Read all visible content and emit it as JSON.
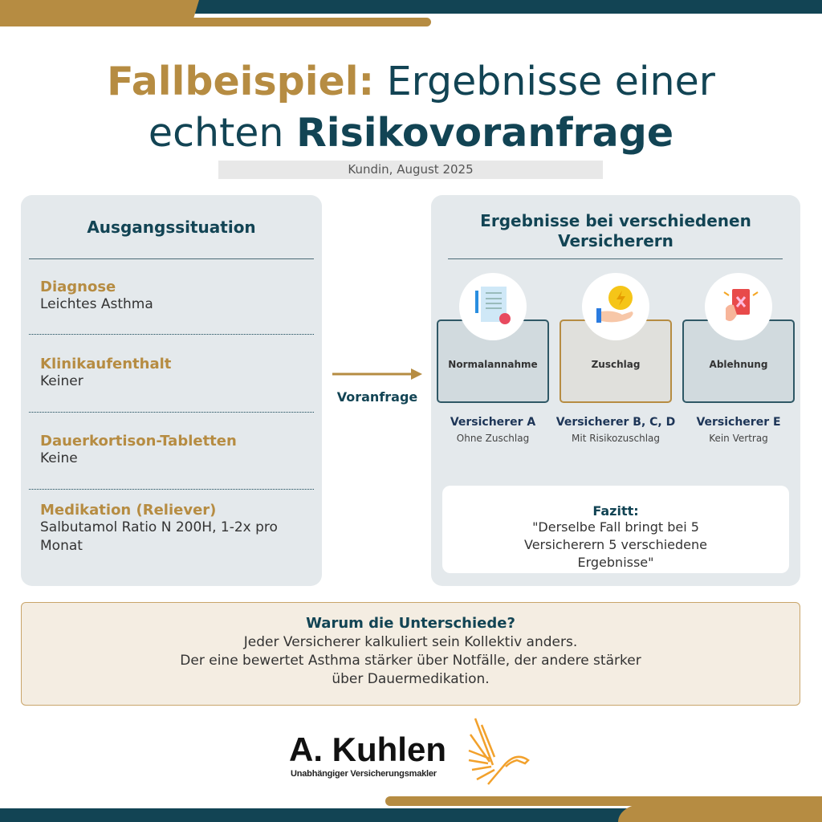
{
  "title": {
    "highlight": "Fallbeispiel:",
    "line1_rest": " Ergebnisse einer",
    "line2_plain": "echten ",
    "line2_bold": "Risikovoranfrage"
  },
  "subtitle": "Kundin, August 2025",
  "left": {
    "heading": "Ausgangssituation",
    "items": [
      {
        "label": "Diagnose",
        "value": "Leichtes Asthma"
      },
      {
        "label": "Klinikaufenthalt",
        "value": "Keiner"
      },
      {
        "label": "Dauerkortison-Tabletten",
        "value": "Keine"
      },
      {
        "label": "Medikation (Reliever)",
        "value": "Salbutamol Ratio N 200H, 1-2x pro Monat"
      }
    ]
  },
  "arrow_label": "Voranfrage",
  "right": {
    "heading": "Ergebnisse bei verschiedenen Versicherern",
    "results": [
      {
        "card": "Normalannahme",
        "name": "Versicherer A",
        "sub": "Ohne Zuschlag",
        "icon": "contract-icon"
      },
      {
        "card": "Zuschlag",
        "name": "Versicherer B, C, D",
        "sub": "Mit Risikozuschlag",
        "icon": "coin-hand-icon"
      },
      {
        "card": "Ablehnung",
        "name": "Versicherer E",
        "sub": "Kein Vertrag",
        "icon": "red-card-icon"
      }
    ],
    "fazit_title": "Fazitt:",
    "fazit_text": "\"Derselbe Fall bringt bei 5 Versicherern 5 verschiedene Ergebnisse\""
  },
  "why": {
    "title": "Warum die Unterschiede?",
    "lines": [
      "Jeder Versicherer kalkuliert sein Kollektiv anders.",
      "Der eine bewertet Asthma stärker über Notfälle, der andere stärker",
      "über Dauermedikation."
    ]
  },
  "logo": {
    "name": "A. Kuhlen",
    "tagline": "Unabhängiger Versicherungsmakler"
  },
  "colors": {
    "teal": "#124454",
    "gold": "#b68c42"
  }
}
